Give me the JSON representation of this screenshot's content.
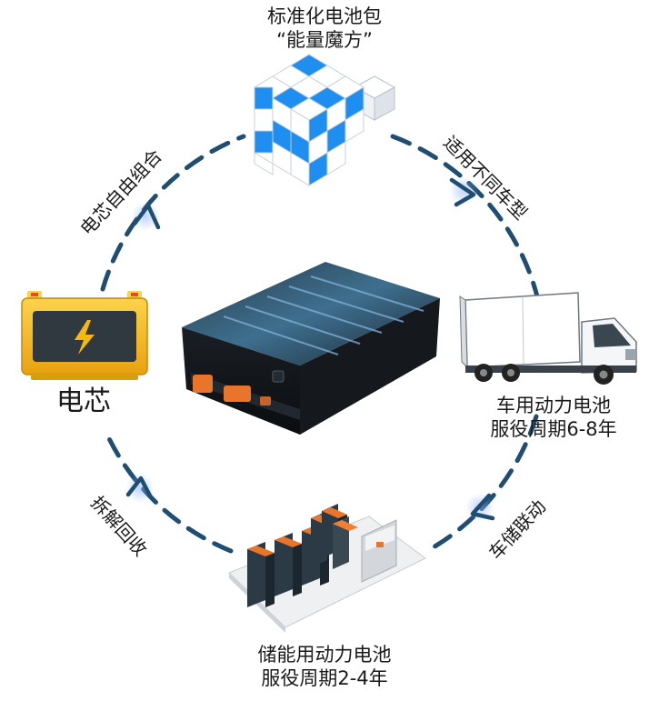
{
  "top": {
    "line1": "标准化电池包",
    "line2": "“能量魔方”"
  },
  "right": {
    "line1": "车用动力电池",
    "line2": "服役周期6-8年"
  },
  "bottom": {
    "line1": "储能用动力电池",
    "line2": "服役周期2-4年"
  },
  "left": {
    "label": "电芯"
  },
  "arc_labels": {
    "top_right": "适用不同车型",
    "bottom_right": "车储联动",
    "bottom_left": "拆解回收",
    "top_left": "电芯自由组合"
  },
  "colors": {
    "ring": "#1f4e72",
    "cube_blue": "#1e8ff0",
    "battery_yellow": "#f2b71c",
    "crate_orange": "#e8752a"
  },
  "icons": [
    "cube-icon",
    "truck-icon",
    "energy-storage-icon",
    "battery-cell-icon",
    "battery-pack-icon"
  ]
}
